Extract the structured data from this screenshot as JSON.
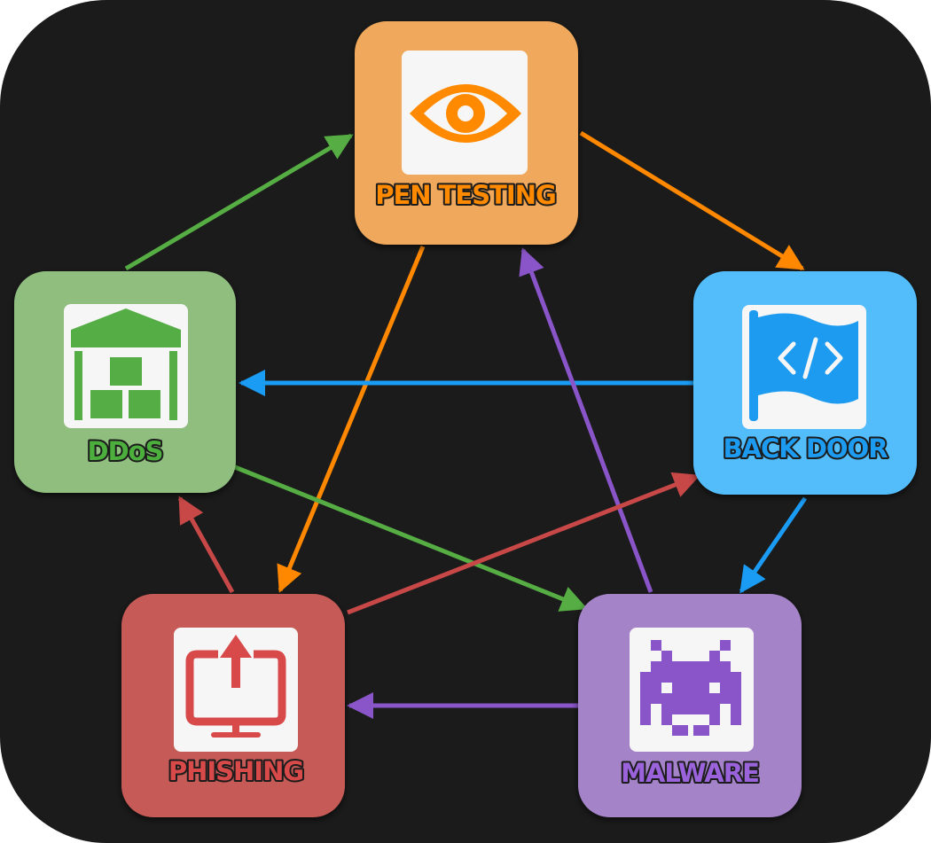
{
  "diagram": {
    "nodes": [
      {
        "id": "pen-testing",
        "label": "PEN TESTING",
        "icon": "eye-icon",
        "color": "#f0a95c",
        "text_color": "#ff8a00",
        "accent": "#ff8800"
      },
      {
        "id": "back-door",
        "label": "BACK DOOR",
        "icon": "code-flag-icon",
        "color": "#53bdfb",
        "text_color": "#1e9bf0",
        "accent": "#1a9cf5"
      },
      {
        "id": "malware",
        "label": "MALWARE",
        "icon": "space-invader-icon",
        "color": "#a583c9",
        "text_color": "#9a63dc",
        "accent": "#8a55c8"
      },
      {
        "id": "phishing",
        "label": "PHISHING",
        "icon": "monitor-upload-icon",
        "color": "#c55a57",
        "text_color": "#d84848",
        "accent": "#c84848"
      },
      {
        "id": "ddos",
        "label": "DDoS",
        "icon": "warehouse-icon",
        "color": "#8fbe7f",
        "text_color": "#4cae3e",
        "accent": "#55ad44"
      }
    ],
    "edges": [
      {
        "from": "pen-testing",
        "to": "back-door",
        "color": "#ff8800"
      },
      {
        "from": "pen-testing",
        "to": "phishing",
        "color": "#ff8800"
      },
      {
        "from": "ddos",
        "to": "pen-testing",
        "color": "#55ad44"
      },
      {
        "from": "ddos",
        "to": "malware",
        "color": "#55ad44"
      },
      {
        "from": "back-door",
        "to": "ddos",
        "color": "#1a9cf5"
      },
      {
        "from": "back-door",
        "to": "malware",
        "color": "#1a9cf5"
      },
      {
        "from": "malware",
        "to": "pen-testing",
        "color": "#8a55c8"
      },
      {
        "from": "malware",
        "to": "phishing",
        "color": "#8a55c8"
      },
      {
        "from": "phishing",
        "to": "ddos",
        "color": "#c84848"
      },
      {
        "from": "phishing",
        "to": "back-door",
        "color": "#c84848"
      }
    ],
    "background_color": "#1b1b1b"
  }
}
